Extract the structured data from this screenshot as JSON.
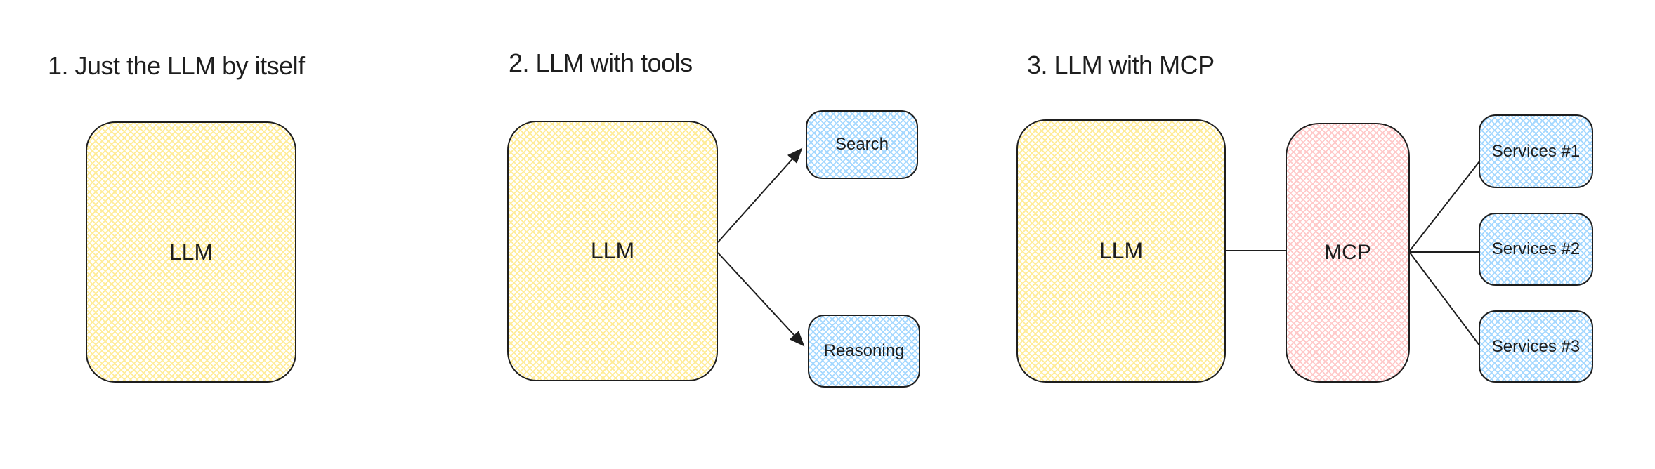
{
  "theme": {
    "canvas_bg": "#ffffff",
    "stroke": "#1e1e1e",
    "llm_fill": "#ffec99",
    "tool_fill": "#a5d8ff",
    "mcp_fill": "#ffc9c9"
  },
  "diagram": {
    "sections": [
      {
        "heading": "1. Just the LLM by itself",
        "nodes": [
          {
            "id": "llm",
            "label": "LLM",
            "color": "yellow"
          }
        ],
        "edges": []
      },
      {
        "heading": "2. LLM with tools",
        "nodes": [
          {
            "id": "llm",
            "label": "LLM",
            "color": "yellow"
          },
          {
            "id": "search",
            "label": "Search",
            "color": "blue"
          },
          {
            "id": "reasoning",
            "label": "Reasoning",
            "color": "blue"
          }
        ],
        "edges": [
          {
            "from": "llm",
            "to": "search",
            "arrow": true
          },
          {
            "from": "llm",
            "to": "reasoning",
            "arrow": true
          }
        ]
      },
      {
        "heading": "3. LLM with MCP",
        "nodes": [
          {
            "id": "llm",
            "label": "LLM",
            "color": "yellow"
          },
          {
            "id": "mcp",
            "label": "MCP",
            "color": "pink"
          },
          {
            "id": "services1",
            "label": "Services #1",
            "color": "blue"
          },
          {
            "id": "services2",
            "label": "Services #2",
            "color": "blue"
          },
          {
            "id": "services3",
            "label": "Services #3",
            "color": "blue"
          }
        ],
        "edges": [
          {
            "from": "llm",
            "to": "mcp",
            "arrow": false
          },
          {
            "from": "mcp",
            "to": "services1",
            "arrow": false
          },
          {
            "from": "mcp",
            "to": "services2",
            "arrow": false
          },
          {
            "from": "mcp",
            "to": "services3",
            "arrow": false
          }
        ]
      }
    ]
  }
}
